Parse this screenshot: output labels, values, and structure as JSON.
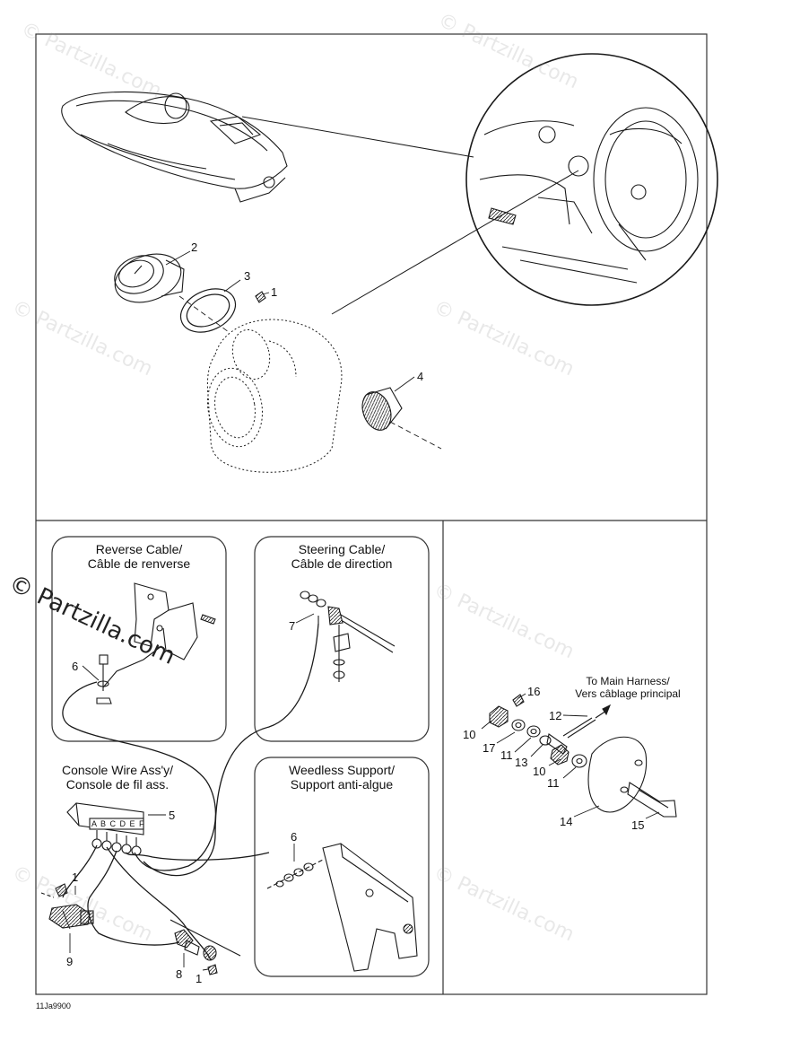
{
  "diagram": {
    "callouts_top": {
      "c1": "1",
      "c2": "2",
      "c3": "3",
      "c4": "4"
    },
    "reverse_cable": {
      "title_en": "Reverse Cable/",
      "title_fr": "Câble de renverse",
      "callout": "6"
    },
    "steering_cable": {
      "title_en": "Steering Cable/",
      "title_fr": "Câble de direction",
      "callout": "7"
    },
    "console_wire": {
      "title_en": "Console Wire Ass'y/",
      "title_fr": "Console de fil ass.",
      "callout5": "5",
      "callout1": "1",
      "callout9": "9",
      "callout8": "8",
      "callout1b": "1",
      "connector_letters": "A B C D E F"
    },
    "weedless_support": {
      "title_en": "Weedless Support/",
      "title_fr": "Support anti-algue",
      "callout": "6"
    },
    "main_harness": {
      "title_en": "To Main Harness/",
      "title_fr": "Vers câblage principal",
      "callouts": {
        "c16": "16",
        "c10a": "10",
        "c12": "12",
        "c17": "17",
        "c11a": "11",
        "c13": "13",
        "c10b": "10",
        "c11b": "11",
        "c14": "14",
        "c15": "15"
      }
    },
    "figure_code": "11Ja9900"
  },
  "watermark": {
    "text": "© Partzilla.com"
  },
  "colors": {
    "line": "#1a1a1a",
    "panel_border": "#333333",
    "watermark": "#969696"
  }
}
